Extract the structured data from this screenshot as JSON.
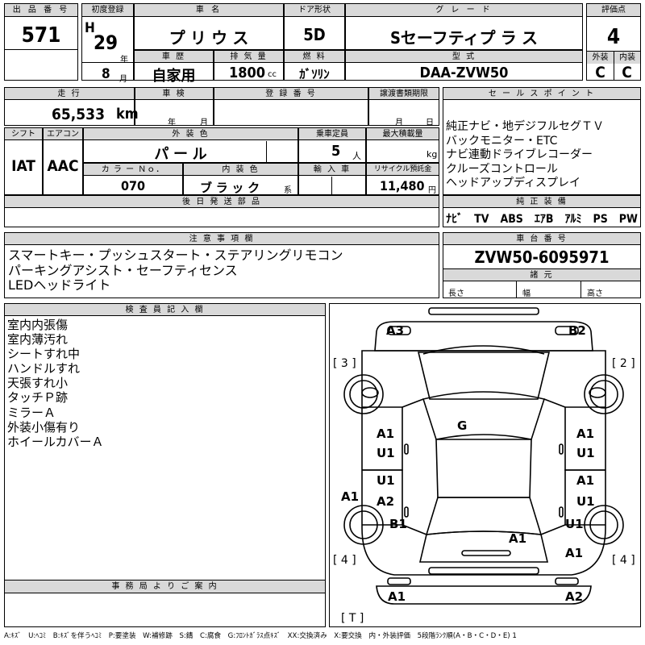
{
  "header": {
    "lot_label": "出 品 番 号",
    "lot_number": "571",
    "first_reg_label": "初度登録",
    "era_letter": "H",
    "year": "29",
    "year_unit": "年",
    "month": "8",
    "month_unit": "月",
    "car_name_label": "車 名",
    "car_name": "プ リ ウ ス",
    "door_label": "ドア形状",
    "door_type": "5D",
    "grade_label": "グ レ ー ド",
    "grade": "Sセーフティプ ラ ス",
    "score_label": "評価点",
    "score": "4",
    "history_label": "車 歴",
    "history": "自家用",
    "displacement_label": "排 気 量",
    "displacement": "1800",
    "displacement_unit": "cc",
    "fuel_label": "燃 料",
    "fuel": "ｶﾞｿﾘﾝ",
    "model_label": "型 式",
    "model": "DAA-ZVW50",
    "exterior_label": "外装",
    "exterior_grade": "C",
    "interior_label": "内装",
    "interior_grade": "C"
  },
  "row2": {
    "mileage_label": "走 行",
    "mileage": "65,533",
    "mileage_unit": "km",
    "inspection_label": "車 検",
    "inspection_year_unit": "年",
    "inspection_month_unit": "月",
    "reg_no_label": "登 録 番 号",
    "transfer_label": "譲渡書類期限",
    "transfer_month": "月",
    "transfer_day": "日",
    "sales_label": "セ ー ル ス ポ イ ン ト",
    "sales_points": [
      "純正ナビ・地デジフルセグＴＶ",
      "バックモニター・ETC",
      "ナビ連動ドライブレコーダー",
      "クルーズコントロール",
      "ヘッドアップディスプレイ"
    ]
  },
  "row3": {
    "shift_label": "シフト",
    "shift": "IAT",
    "ac_label": "エアコン",
    "ac": "AAC",
    "ext_color_label": "外 装 色",
    "ext_color": "パ ー ル",
    "capacity_label": "乗車定員",
    "capacity": "5",
    "capacity_unit": "人",
    "max_load_label": "最大積載量",
    "max_load_unit": "kg",
    "color_no_label": "カ ラ ー Ｎｏ．",
    "color_no": "070",
    "int_color_label": "内 装 色",
    "int_color": "ブ ラ ッ ク",
    "int_color_unit": "系",
    "import_label": "輸 入 車",
    "recycle_label": "リサイクル預託金",
    "recycle": "11,480",
    "recycle_unit": "円",
    "later_parts_label": "後 日 発 送 部 品",
    "equipment_label": "純 正 装 備",
    "equipment": "ﾅﾋﾞ　TV　ABS　ｴｱB　ｱﾙﾐ　PS　PW"
  },
  "notes": {
    "label": "注 意 事 項 欄",
    "lines": [
      "スマートキー・プッシュスタート・ステアリングリモコン",
      "パーキングアシスト・セーフティセンス",
      "LEDヘッドライト"
    ]
  },
  "chassis": {
    "label": "車 台 番 号",
    "number": "ZVW50-6095971",
    "spec_label": "諸 元",
    "length_label": "長さ",
    "width_label": "幅",
    "height_label": "高さ"
  },
  "inspector": {
    "label": "検 査 員 記 入 欄",
    "items": [
      "室内内張傷",
      "室内薄汚れ",
      "シートすれ中",
      "ハンドルすれ",
      "天張すれ小",
      "タッチＰ跡",
      "ミラーＡ",
      "外装小傷有り",
      "ホイールカバーＡ"
    ]
  },
  "office": {
    "label": "事 務 局 よ り ご 案 内"
  },
  "diagram": {
    "bracket3": "[ 3 ]",
    "bracket2": "[ 2 ]",
    "bracket4l": "[ 4 ]",
    "bracket4r": "[ 4 ]",
    "bracketT": "[ T ]",
    "marks": {
      "a3_top": "A3",
      "b2_top": "B2",
      "g_center": "G",
      "a1_ml": "A1",
      "u1_ml": "U1",
      "a1_mr": "A1",
      "u1_mr": "U1",
      "u1_ll": "U1",
      "a2_ll": "A2",
      "u1_lr": "U1",
      "a1_lr": "A1",
      "a1_left": "A1",
      "b1_left": "B1",
      "a1_center": "A1",
      "u1_right": "U1",
      "a1_right": "A1",
      "a1_bl": "A1",
      "a2_br": "A2"
    }
  },
  "legend": "A:ｷｽﾞ　U:ﾍｺﾐ　B:ｷｽﾞを伴うﾍｺﾐ　P:要塗装　W:補修跡　S:錆　C:腐食　G:ﾌﾛﾝﾄｶﾞﾗｽ点ｷｽﾞ　XX:交換済み　X:要交換　内・外装評価　5段階ﾗﾝｸ順(A・B・C・D・E) 1"
}
